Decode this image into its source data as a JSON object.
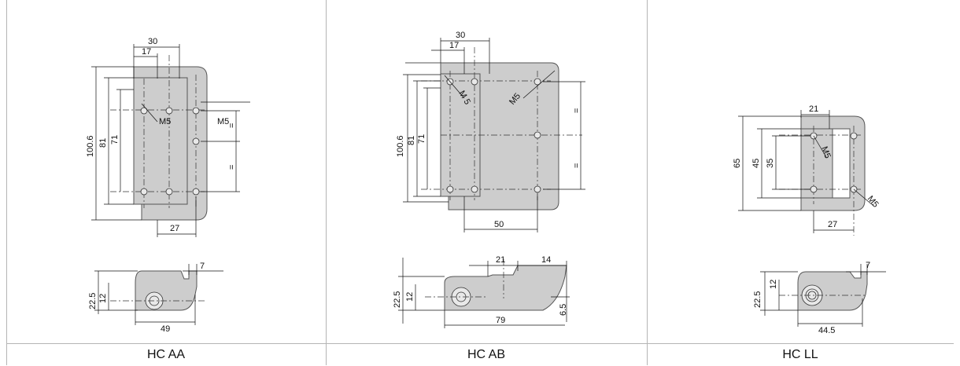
{
  "panels": [
    {
      "label": "HC AA",
      "dims_front": [
        "30",
        "17",
        "100.6",
        "81",
        "71",
        "M5",
        "M5",
        "=",
        "=",
        "27"
      ],
      "dims_side": [
        "7",
        "22.5",
        "12",
        "49"
      ]
    },
    {
      "label": "HC AB",
      "dims_front": [
        "30",
        "17",
        "100.6",
        "81",
        "71",
        "M 5",
        "M5",
        "=",
        "=",
        "50"
      ],
      "dims_side": [
        "21",
        "14",
        "22.5",
        "12",
        "6.5",
        "79"
      ]
    },
    {
      "label": "HC LL",
      "dims_front": [
        "21",
        "65",
        "45",
        "35",
        "M5",
        "M5",
        "27"
      ],
      "dims_side": [
        "7",
        "22.5",
        "12",
        "44.5"
      ]
    }
  ]
}
